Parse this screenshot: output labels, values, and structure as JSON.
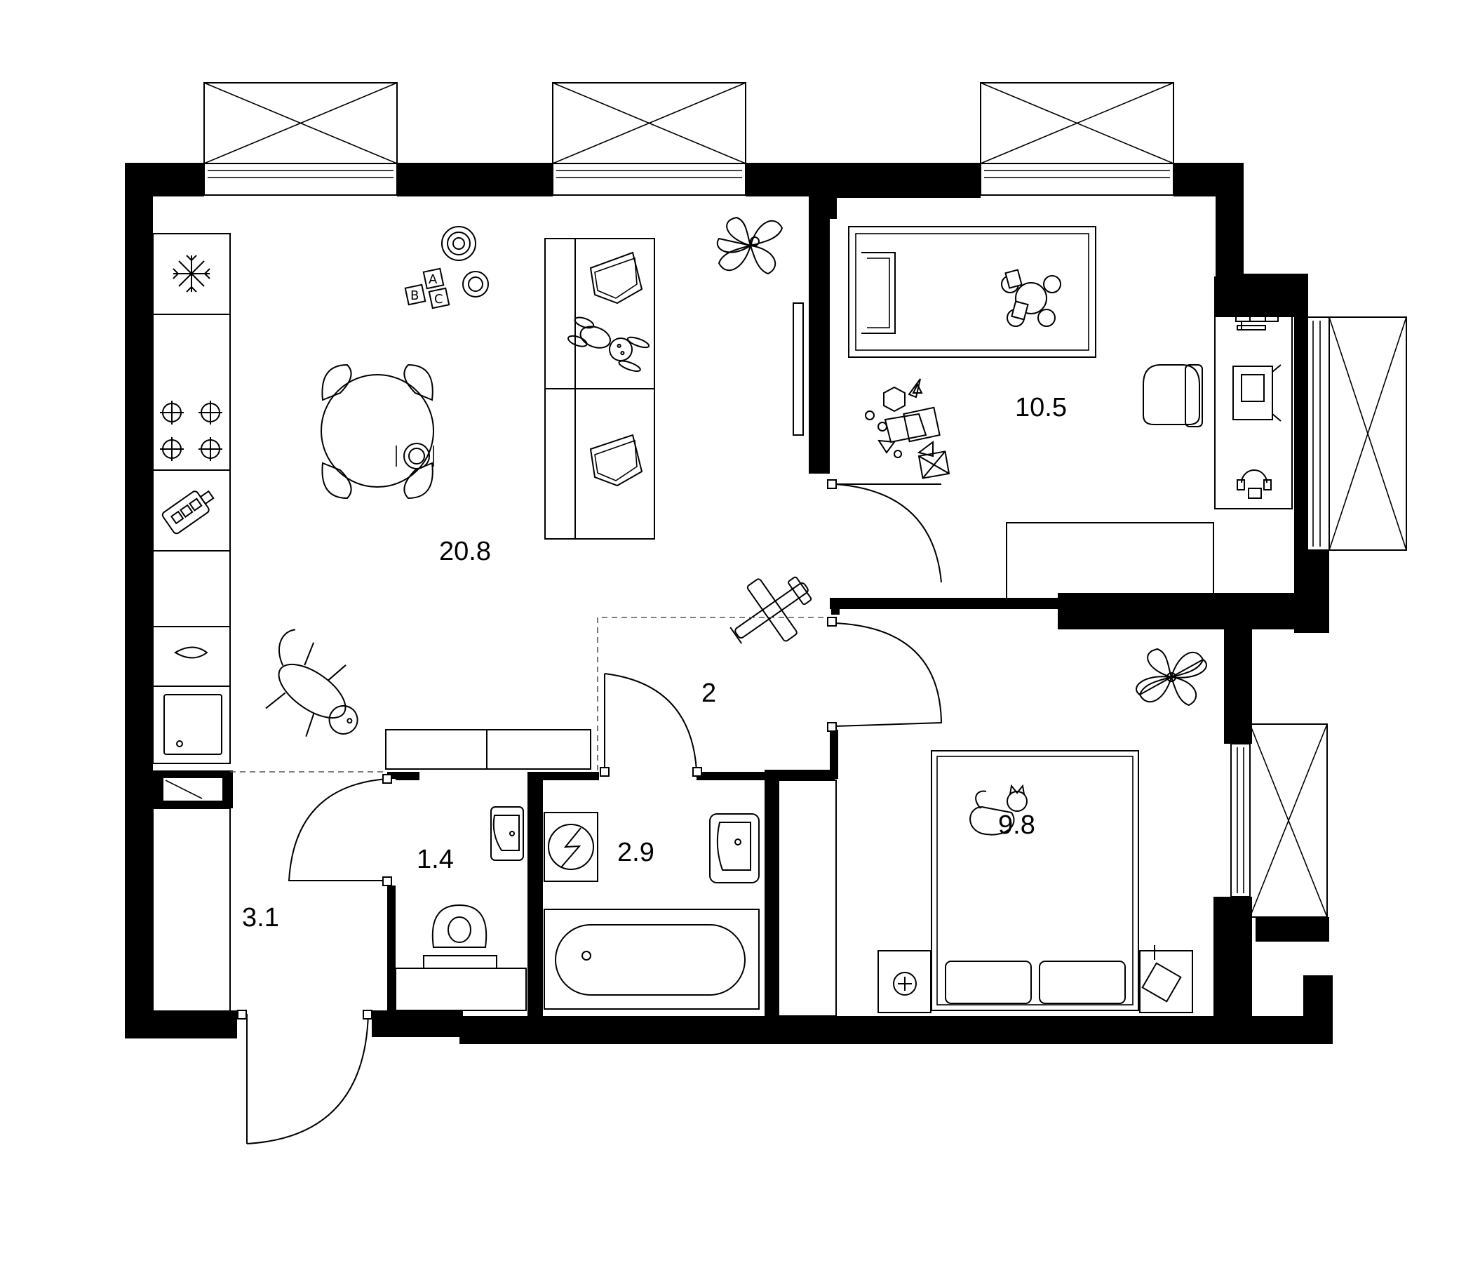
{
  "rooms": [
    {
      "id": "living-kitchen",
      "area": "20.8"
    },
    {
      "id": "child-room",
      "area": "10.5"
    },
    {
      "id": "hall",
      "area": "2"
    },
    {
      "id": "toilet",
      "area": "1.4"
    },
    {
      "id": "bathroom",
      "area": "2.9"
    },
    {
      "id": "entrance",
      "area": "3.1"
    },
    {
      "id": "bedroom",
      "area": "9.8"
    }
  ],
  "toy_blocks": [
    "A",
    "B",
    "C"
  ],
  "colors": {
    "wall": "#000000",
    "background": "#ffffff",
    "line": "#000000"
  },
  "icons": [
    "snowflake-icon",
    "stove-burner-icon",
    "cutting-board-icon",
    "sink-drop-icon",
    "plant-icon",
    "dog-icon",
    "cat-icon",
    "toy-plane-icon",
    "washing-machine-icon",
    "toilet-icon",
    "bathtub-icon",
    "desk-lamp-icon",
    "computer-icon",
    "headphones-icon",
    "shapes-toys-icon",
    "teddy-bunny-icon",
    "pillow-icon"
  ]
}
